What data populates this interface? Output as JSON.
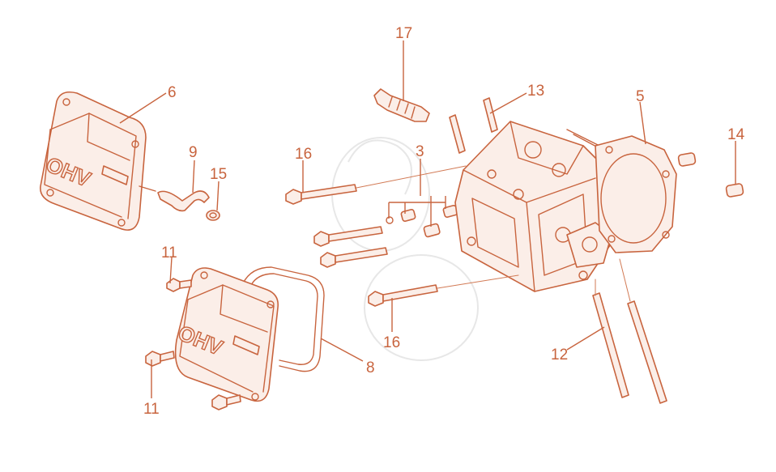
{
  "colors": {
    "line": "#c8643e",
    "fill": "#fbeee8",
    "background": "#ffffff"
  },
  "callouts": {
    "c17": "17",
    "c6": "6",
    "c13": "13",
    "c5": "5",
    "c14": "14",
    "c9": "9",
    "c16a": "16",
    "c3": "3",
    "c15": "15",
    "c11a": "11",
    "c16b": "16",
    "c8": "8",
    "c12": "12",
    "c11b": "11"
  },
  "embossed": {
    "upper_cover": "OHV",
    "lower_cover": "OHV"
  }
}
